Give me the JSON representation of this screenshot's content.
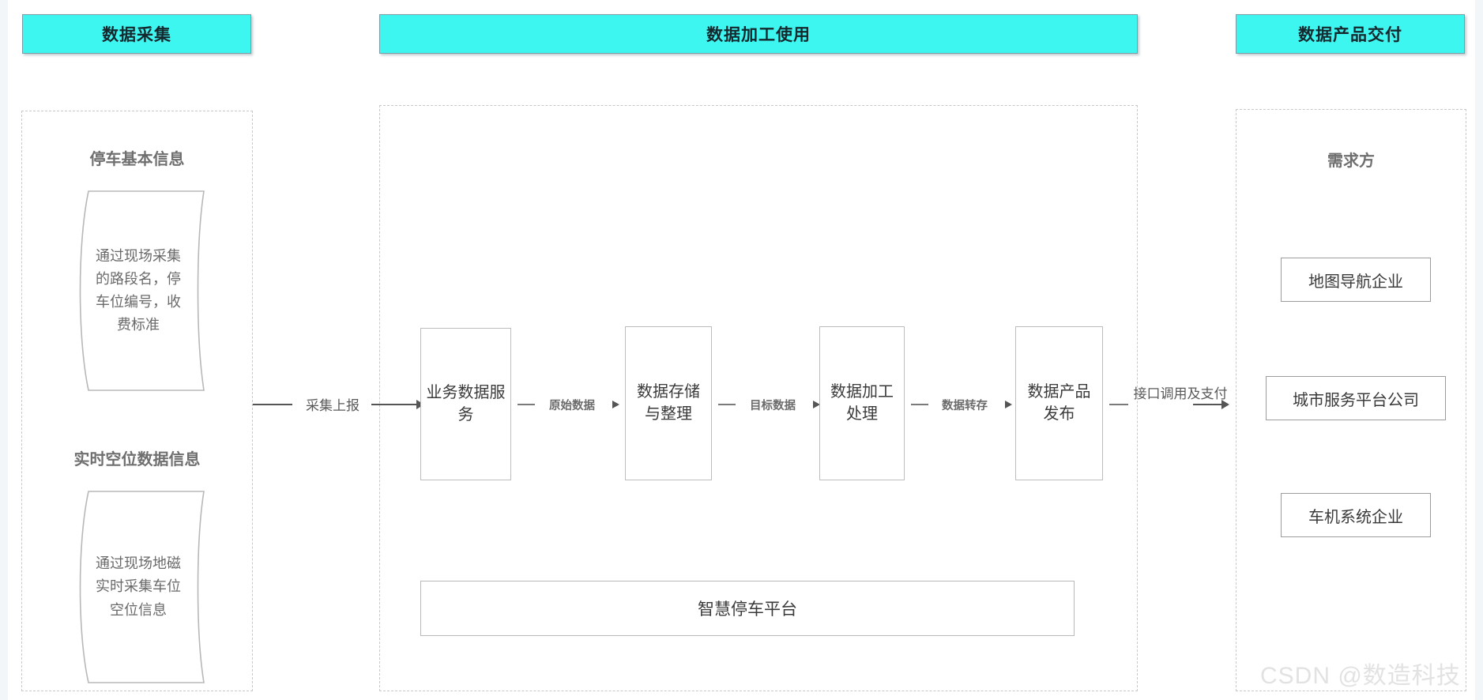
{
  "diagram": {
    "title_banners": [
      {
        "label": "数据采集"
      },
      {
        "label": "数据加工使用"
      },
      {
        "label": "数据产品交付"
      }
    ],
    "collection_lane": {
      "groups": [
        {
          "caption": "停车基本信息",
          "document_text": "通过现场采集的路段名，停车位编号，收费标准"
        },
        {
          "caption": "实时空位数据信息",
          "document_text": "通过现场地磁实时采集车位空位信息"
        }
      ]
    },
    "processing_lane": {
      "steps": [
        {
          "label": "业务数据服务"
        },
        {
          "label": "数据存储与整理"
        },
        {
          "label": "数据加工处理"
        },
        {
          "label": "数据产品发布"
        }
      ],
      "platform_label": "智慧停车平台"
    },
    "delivery_lane": {
      "caption": "需求方",
      "consumers": [
        {
          "label": "地图导航企业"
        },
        {
          "label": "城市服务平台公司"
        },
        {
          "label": "车机系统企业"
        }
      ]
    },
    "flows": [
      {
        "label": "采集上报"
      },
      {
        "label": "原始数据"
      },
      {
        "label": "目标数据"
      },
      {
        "label": "数据转存"
      },
      {
        "label": "接口调用及支付"
      }
    ],
    "watermark": "CSDN @数造科技",
    "colors": {
      "banner_fill": "#3EF6F0",
      "banner_border": "#7A9CA5",
      "lane_dash": "#C8C8C8",
      "box_border": "#BDBDBD",
      "text": "#3A3A3A",
      "muted_text": "#6B6B6B",
      "watermark": "#E2E2E2"
    }
  }
}
